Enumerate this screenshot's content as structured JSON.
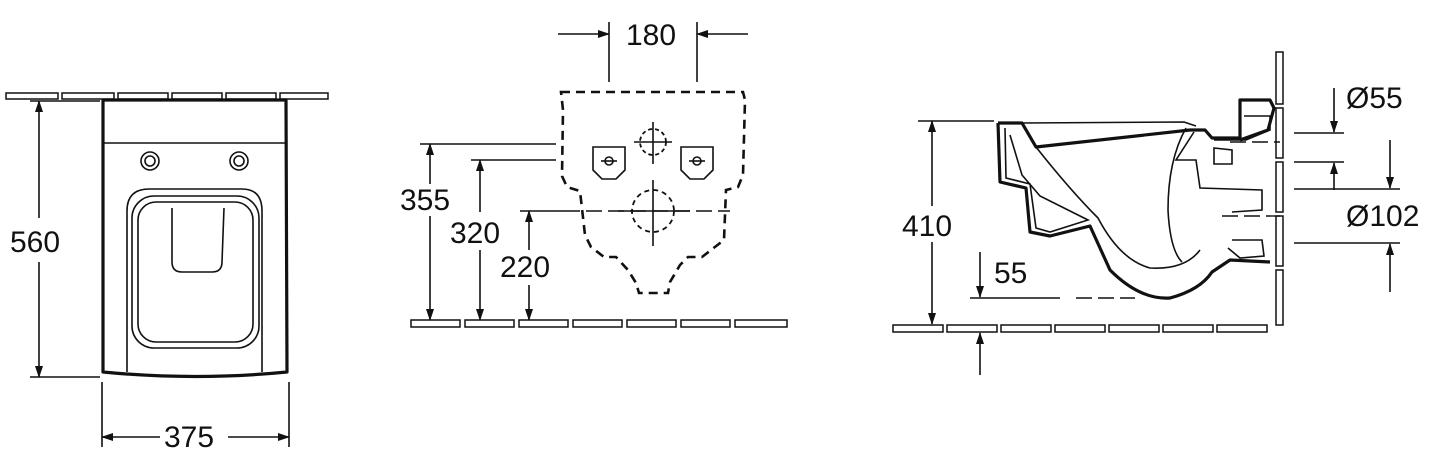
{
  "front_view": {
    "height_label": "560",
    "width_label": "375"
  },
  "frame_view": {
    "spacing_label": "180",
    "dim_355": "355",
    "dim_320": "320",
    "dim_220": "220"
  },
  "side_view": {
    "height_label": "410",
    "offset_label": "55",
    "inlet_label": "Ø55",
    "outlet_label": "Ø102"
  }
}
